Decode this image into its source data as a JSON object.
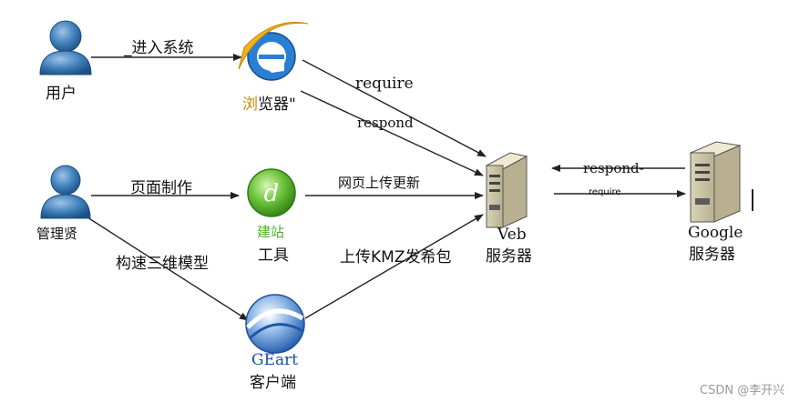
{
  "nodes": {
    "user": "用户",
    "browser_label_highlight": "浏",
    "browser_label_rest": "览器\"",
    "admin": "管理贤",
    "dreamweaver_overlay": "建站",
    "tool": "工具",
    "web_server_line1": "Veb",
    "web_server_line2": "服务器",
    "google_line1": "Google",
    "google_line2": "服务器",
    "ge_name": "GEart",
    "ge_client": "客户端"
  },
  "edges": {
    "enter_system": "_进入系统",
    "require": "require",
    "respond": "respond",
    "page_making": "页面制作",
    "upload_update": "网页上传更新",
    "model_3d": "构速三维模型",
    "upload_kmz": "上传KMZ发希包",
    "google_respond": "respond-",
    "google_require": "require"
  },
  "watermark": "CSDN @李开兴",
  "colors": {
    "arrow": "#222222",
    "person_body": "#2f6fa6",
    "browser_highlight": "#c8860a",
    "ge_text": "#1a4fa0",
    "dw_green": "#4caf2a"
  }
}
